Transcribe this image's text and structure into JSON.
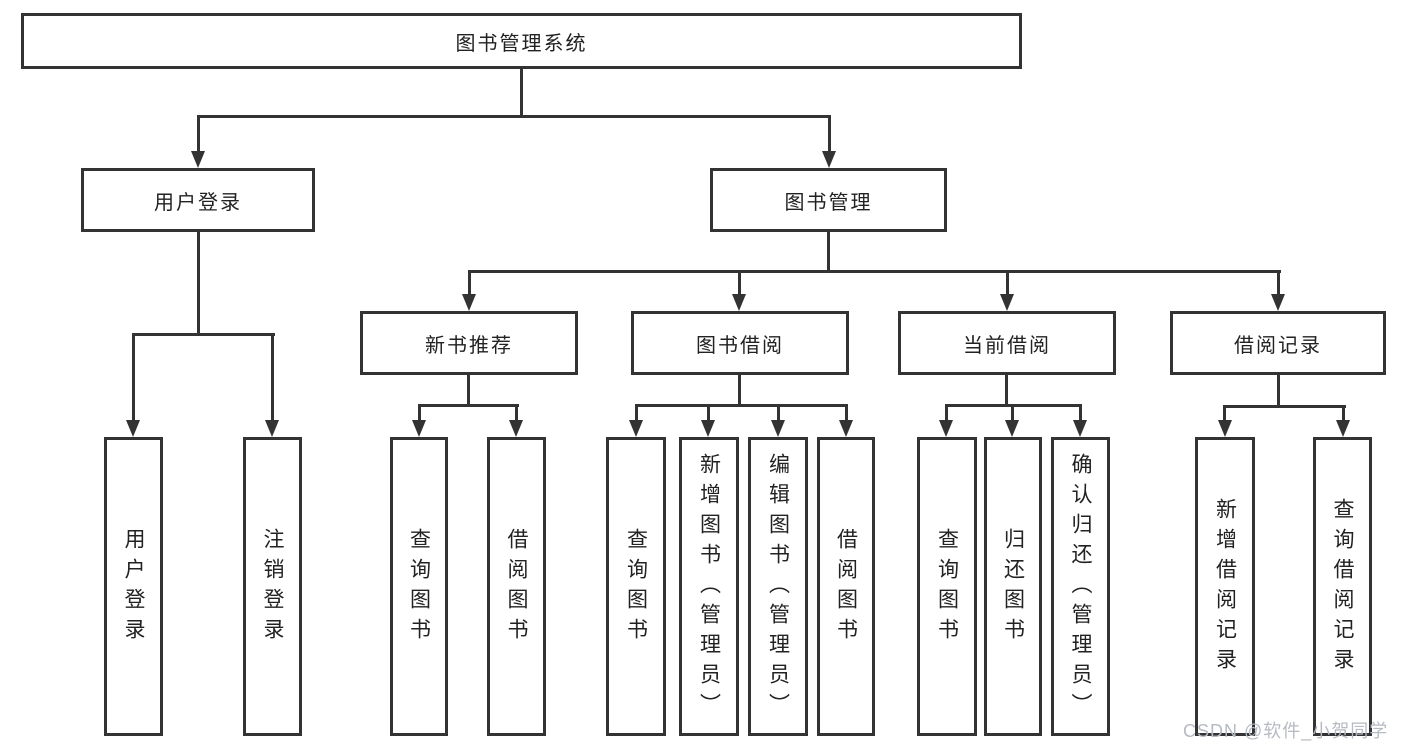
{
  "diagram": {
    "root": {
      "label": "图书管理系统"
    },
    "branches": [
      {
        "label": "用户登录",
        "children": [
          {
            "label": "用户登录"
          },
          {
            "label": "注销登录"
          }
        ]
      },
      {
        "label": "图书管理",
        "children": [
          {
            "label": "新书推荐",
            "children": [
              {
                "label": "查询图书"
              },
              {
                "label": "借阅图书"
              }
            ]
          },
          {
            "label": "图书借阅",
            "children": [
              {
                "label": "查询图书"
              },
              {
                "label": "新增图书（管理员）"
              },
              {
                "label": "编辑图书（管理员）"
              },
              {
                "label": "借阅图书"
              }
            ]
          },
          {
            "label": "当前借阅",
            "children": [
              {
                "label": "查询图书"
              },
              {
                "label": "归还图书"
              },
              {
                "label": "确认归还（管理员）"
              }
            ]
          },
          {
            "label": "借阅记录",
            "children": [
              {
                "label": "新增借阅记录"
              },
              {
                "label": "查询借阅记录"
              }
            ]
          }
        ]
      }
    ]
  },
  "watermark": {
    "text": "CSDN @软件_小贺同学"
  },
  "style": {
    "line_color": "#333333",
    "text_color": "#222222",
    "watermark_color": "#b6bac2",
    "background": "#ffffff"
  }
}
